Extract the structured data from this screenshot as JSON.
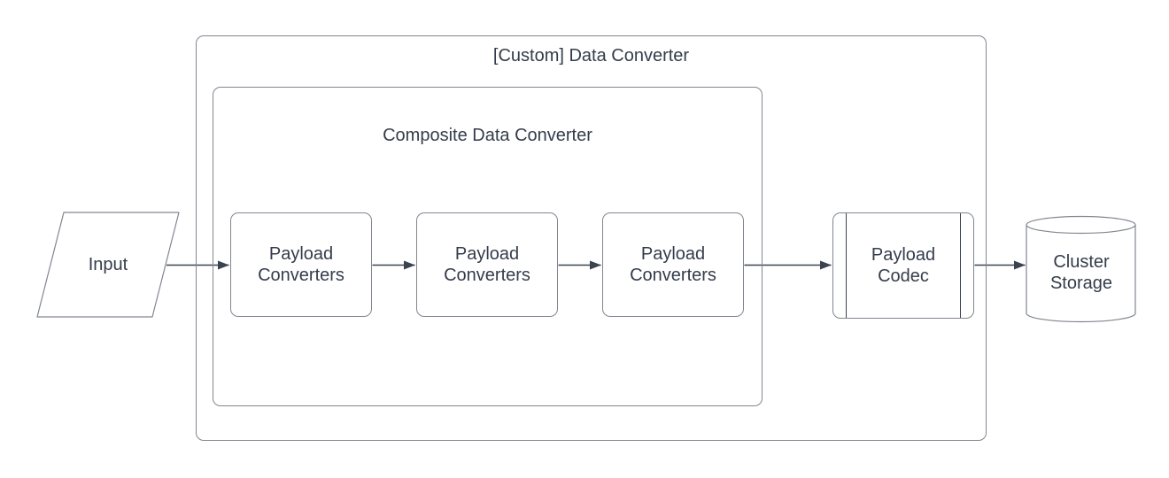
{
  "diagram": {
    "containers": {
      "outer": {
        "label": "[Custom] Data Converter"
      },
      "inner": {
        "label": "Composite Data Converter"
      }
    },
    "nodes": {
      "input": {
        "label": "Input",
        "shape": "parallelogram"
      },
      "payload_converters": [
        {
          "label": "Payload Converters"
        },
        {
          "label": "Payload Converters"
        },
        {
          "label": "Payload Converters"
        }
      ],
      "payload_codec": {
        "label": "Payload Codec",
        "shape": "predefined-process"
      },
      "cluster_storage": {
        "label": "Cluster Storage",
        "shape": "cylinder"
      }
    },
    "flow": [
      "Input -> Payload Converters",
      "Payload Converters -> Payload Converters",
      "Payload Converters -> Payload Converters",
      "Payload Converters -> Payload Codec",
      "Payload Codec -> Cluster Storage"
    ]
  },
  "colors": {
    "background": "#ffffff",
    "shape_stroke": "#81868f",
    "connector": "#3b4250",
    "text": "#343c4b"
  }
}
